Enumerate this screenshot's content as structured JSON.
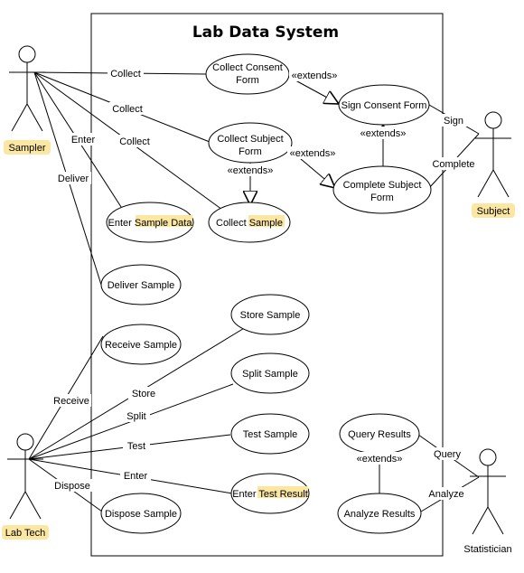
{
  "title": "Lab Data System",
  "actors": {
    "sampler": "Sampler",
    "subject": "Subject",
    "lab_tech": "Lab Tech",
    "statistician": "Statistician"
  },
  "use_cases": {
    "collect_consent_form": [
      "Collect Consent",
      "Form"
    ],
    "sign_consent_form": [
      "Sign Consent Form"
    ],
    "collect_subject_form": [
      "Collect Subject",
      "Form"
    ],
    "complete_subject_form": [
      "Complete Subject",
      "Form"
    ],
    "enter_sample_data": {
      "prefix": "Enter ",
      "highlight": "Sample Data"
    },
    "collect_sample": {
      "prefix": "Collect ",
      "highlight": "Sample"
    },
    "deliver_sample": [
      "Deliver Sample"
    ],
    "store_sample": [
      "Store Sample"
    ],
    "receive_sample": [
      "Receive Sample"
    ],
    "split_sample": [
      "Split Sample"
    ],
    "test_sample": [
      "Test Sample"
    ],
    "query_results": [
      "Query Results"
    ],
    "enter_test_result": {
      "prefix": "Enter ",
      "highlight": "Test Result"
    },
    "dispose_sample": [
      "Dispose Sample"
    ],
    "analyze_results": [
      "Analyze Results"
    ]
  },
  "association_labels": {
    "collect_consent": "Collect",
    "collect_subject": "Collect",
    "collect_sample": "Collect",
    "enter": "Enter",
    "deliver": "Deliver",
    "sign": "Sign",
    "complete": "Complete",
    "receive": "Receive",
    "store": "Store",
    "split": "Split",
    "test": "Test",
    "enter_result": "Enter",
    "dispose": "Dispose",
    "query": "Query",
    "analyze": "Analyze"
  },
  "extends_labels": {
    "consent": "«extends»",
    "subject_form": "«extends»",
    "complete_to_sign": "«extends»",
    "collect_subject": "«extends»",
    "analyze_to_query": "«extends»"
  },
  "colors": {
    "highlight": "#fbe6a2",
    "stroke": "#000000"
  }
}
